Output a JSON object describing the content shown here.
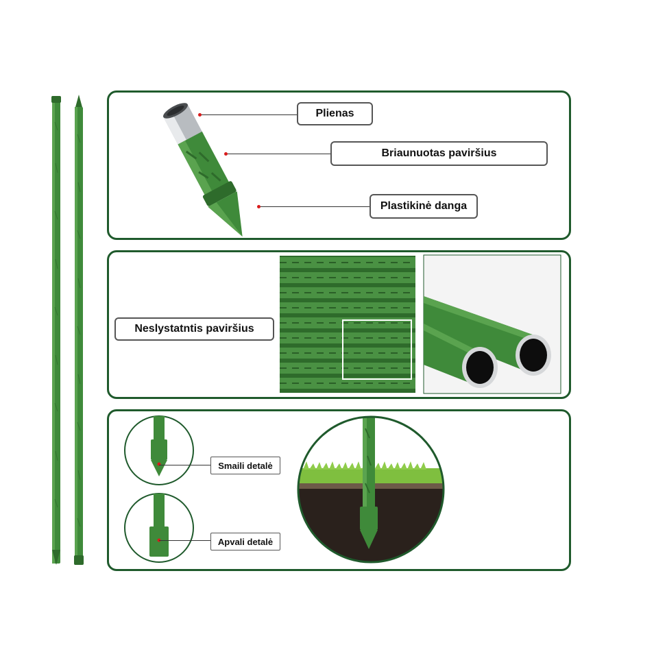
{
  "callouts": {
    "steel": "Plienas",
    "ribbed_surface": "Briaunuotas paviršius",
    "plastic_coating": "Plastikinė danga",
    "non_slip_surface": "Neslystatntis paviršius",
    "pointed_end": "Smaili detalė",
    "round_end": "Apvali detalė"
  },
  "colors": {
    "border": "#1f5a2c",
    "stake_green": "#3f8a3a",
    "stake_dark": "#2e6b2b",
    "marker": "#d81b1b"
  }
}
